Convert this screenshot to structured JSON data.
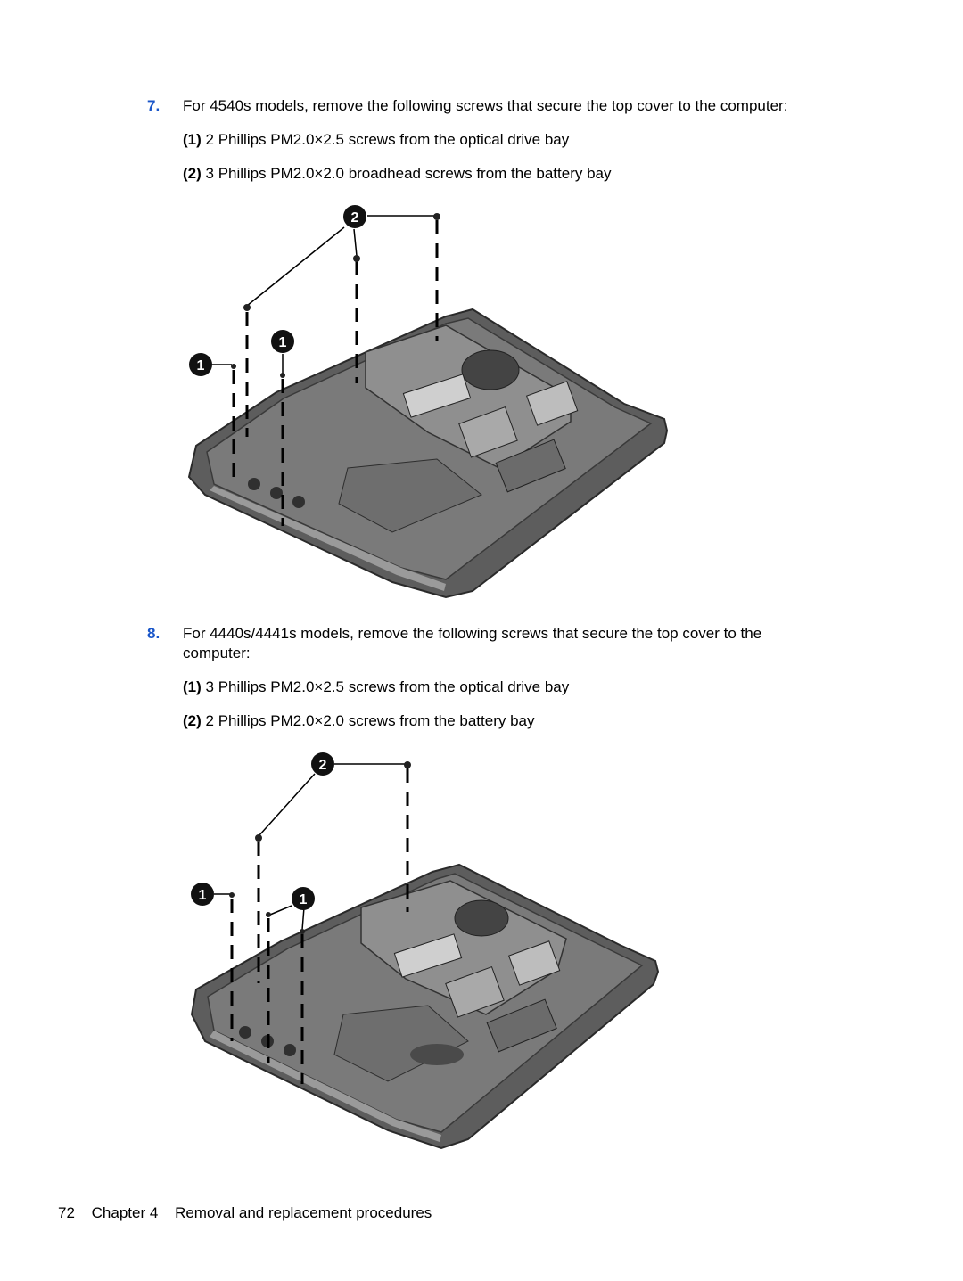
{
  "steps": [
    {
      "number": "7.",
      "text": "For 4540s models, remove the following screws that secure the top cover to the computer:",
      "items": [
        {
          "callout": "(1)",
          "text": "2 Phillips PM2.0×2.5 screws from the optical drive bay"
        },
        {
          "callout": "(2)",
          "text": "3 Phillips PM2.0×2.0 broadhead screws from the battery bay"
        }
      ],
      "figure": {
        "callouts": [
          "2",
          "1",
          "1"
        ]
      }
    },
    {
      "number": "8.",
      "text": "For 4440s/4441s models, remove the following screws that secure the top cover to the computer:",
      "items": [
        {
          "callout": "(1)",
          "text": "3 Phillips PM2.0×2.5 screws from the optical drive bay"
        },
        {
          "callout": "(2)",
          "text": "2 Phillips PM2.0×2.0 screws from the battery bay"
        }
      ],
      "figure": {
        "callouts": [
          "2",
          "1",
          "1"
        ]
      }
    }
  ],
  "footer": {
    "page_number": "72",
    "chapter": "Chapter 4",
    "title": "Removal and replacement procedures"
  },
  "colors": {
    "step_number": "#1a56c9",
    "callout_fill": "#111111"
  }
}
